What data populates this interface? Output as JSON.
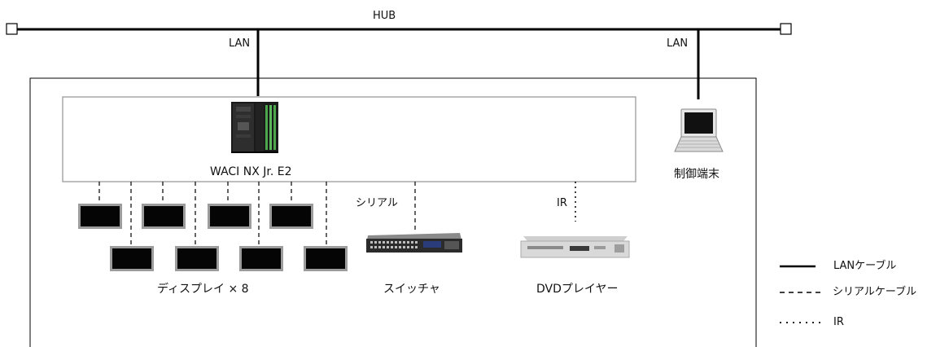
{
  "labels": {
    "hub": "HUB",
    "lan_left": "LAN",
    "lan_right": "LAN",
    "controller": "WACI NX Jr. E2",
    "terminal": "制御端末",
    "serial": "シリアル",
    "ir": "IR",
    "displays": "ディスプレイ × 8",
    "switcher": "スイッチャ",
    "dvd": "DVDプレイヤー"
  },
  "legend": [
    {
      "style": "solid",
      "label": "LANケーブル"
    },
    {
      "style": "dashed",
      "label": "シリアルケーブル"
    },
    {
      "style": "dotted",
      "label": "IR"
    }
  ],
  "icons": {
    "controller": "controller-device-icon",
    "laptop": "laptop-icon",
    "display": "display-monitor-icon",
    "switcher": "video-switcher-icon",
    "dvd": "dvd-player-icon"
  },
  "display_count": 8,
  "colors": {
    "line": "#000000",
    "box_border": "#9a9a9a",
    "screen": "#050505"
  }
}
